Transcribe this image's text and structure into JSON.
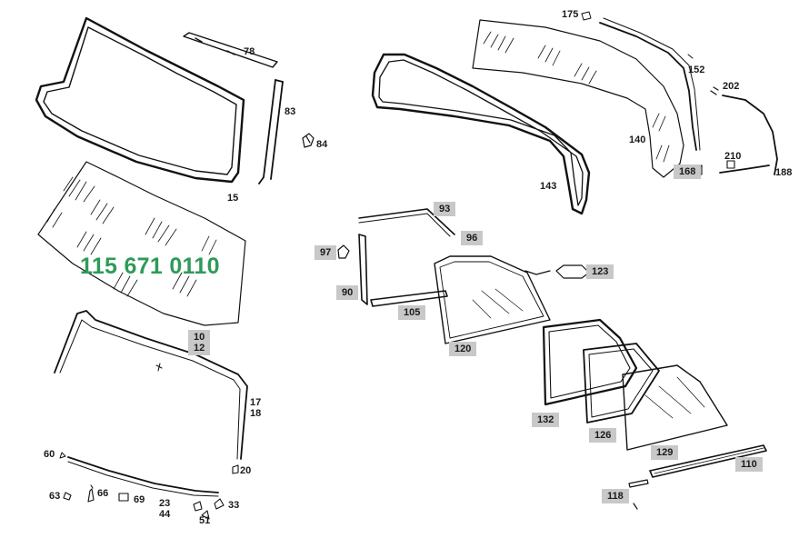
{
  "part_number": "115 671 0110",
  "highlight_color": "#c8c8c8",
  "part_number_color": "#2e9a5a",
  "labels": {
    "l175": "175",
    "l78": "78",
    "l152": "152",
    "l83": "83",
    "l202": "202",
    "l84": "84",
    "l140": "140",
    "l210": "210",
    "l168": "168",
    "l188": "188",
    "l143": "143",
    "l15": "15",
    "l93": "93",
    "l96": "96",
    "l97": "97",
    "l123": "123",
    "l90": "90",
    "l105": "105",
    "l10": "10",
    "l12": "12",
    "l120": "120",
    "l17": "17",
    "l18": "18",
    "l132": "132",
    "l126": "126",
    "l60": "60",
    "l129": "129",
    "l110": "110",
    "l20": "20",
    "l63": "63",
    "l66": "66",
    "l69": "69",
    "l23": "23",
    "l44": "44",
    "l33": "33",
    "l118": "118",
    "l51": "51"
  }
}
